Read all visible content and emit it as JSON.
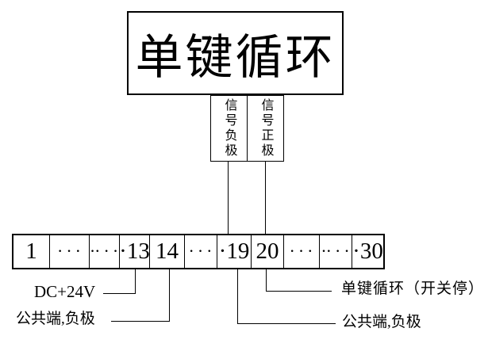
{
  "colors": {
    "line": "#000000",
    "background": "#ffffff"
  },
  "title_box": {
    "text": "单键循环"
  },
  "signal_labels": {
    "negative": "信号负极",
    "positive": "信号正极"
  },
  "terminal_strip": {
    "cells": [
      "1",
      "· · ·",
      "·· · ·",
      "·13",
      "14",
      "· · ·",
      "·19",
      "20",
      "· · ·",
      "·· · ·",
      "·30"
    ]
  },
  "callouts": {
    "dc_power": "DC+24V",
    "common_negative_left": "公共端,负极",
    "one_key_cycle": "单键循环（开关停）",
    "common_negative_right": "公共端,负极"
  }
}
